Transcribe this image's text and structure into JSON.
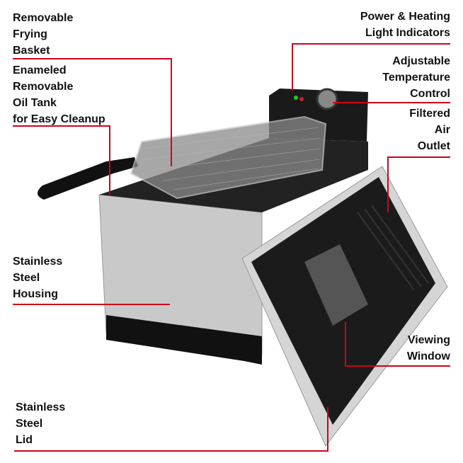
{
  "accent_color": "#d0021b",
  "callouts": {
    "basket": "Removable\nFrying\nBasket",
    "oil_tank": "Enameled\nRemovable\nOil Tank\nfor Easy Cleanup",
    "housing": "Stainless\nSteel\nHousing",
    "lid": "Stainless\nSteel\nLid",
    "indicators": "Power & Heating\nLight Indicators",
    "temperature": "Adjustable\nTemperature\nControl",
    "air_outlet": "Filtered\nAir\nOutlet",
    "window": "Viewing\nWindow"
  }
}
